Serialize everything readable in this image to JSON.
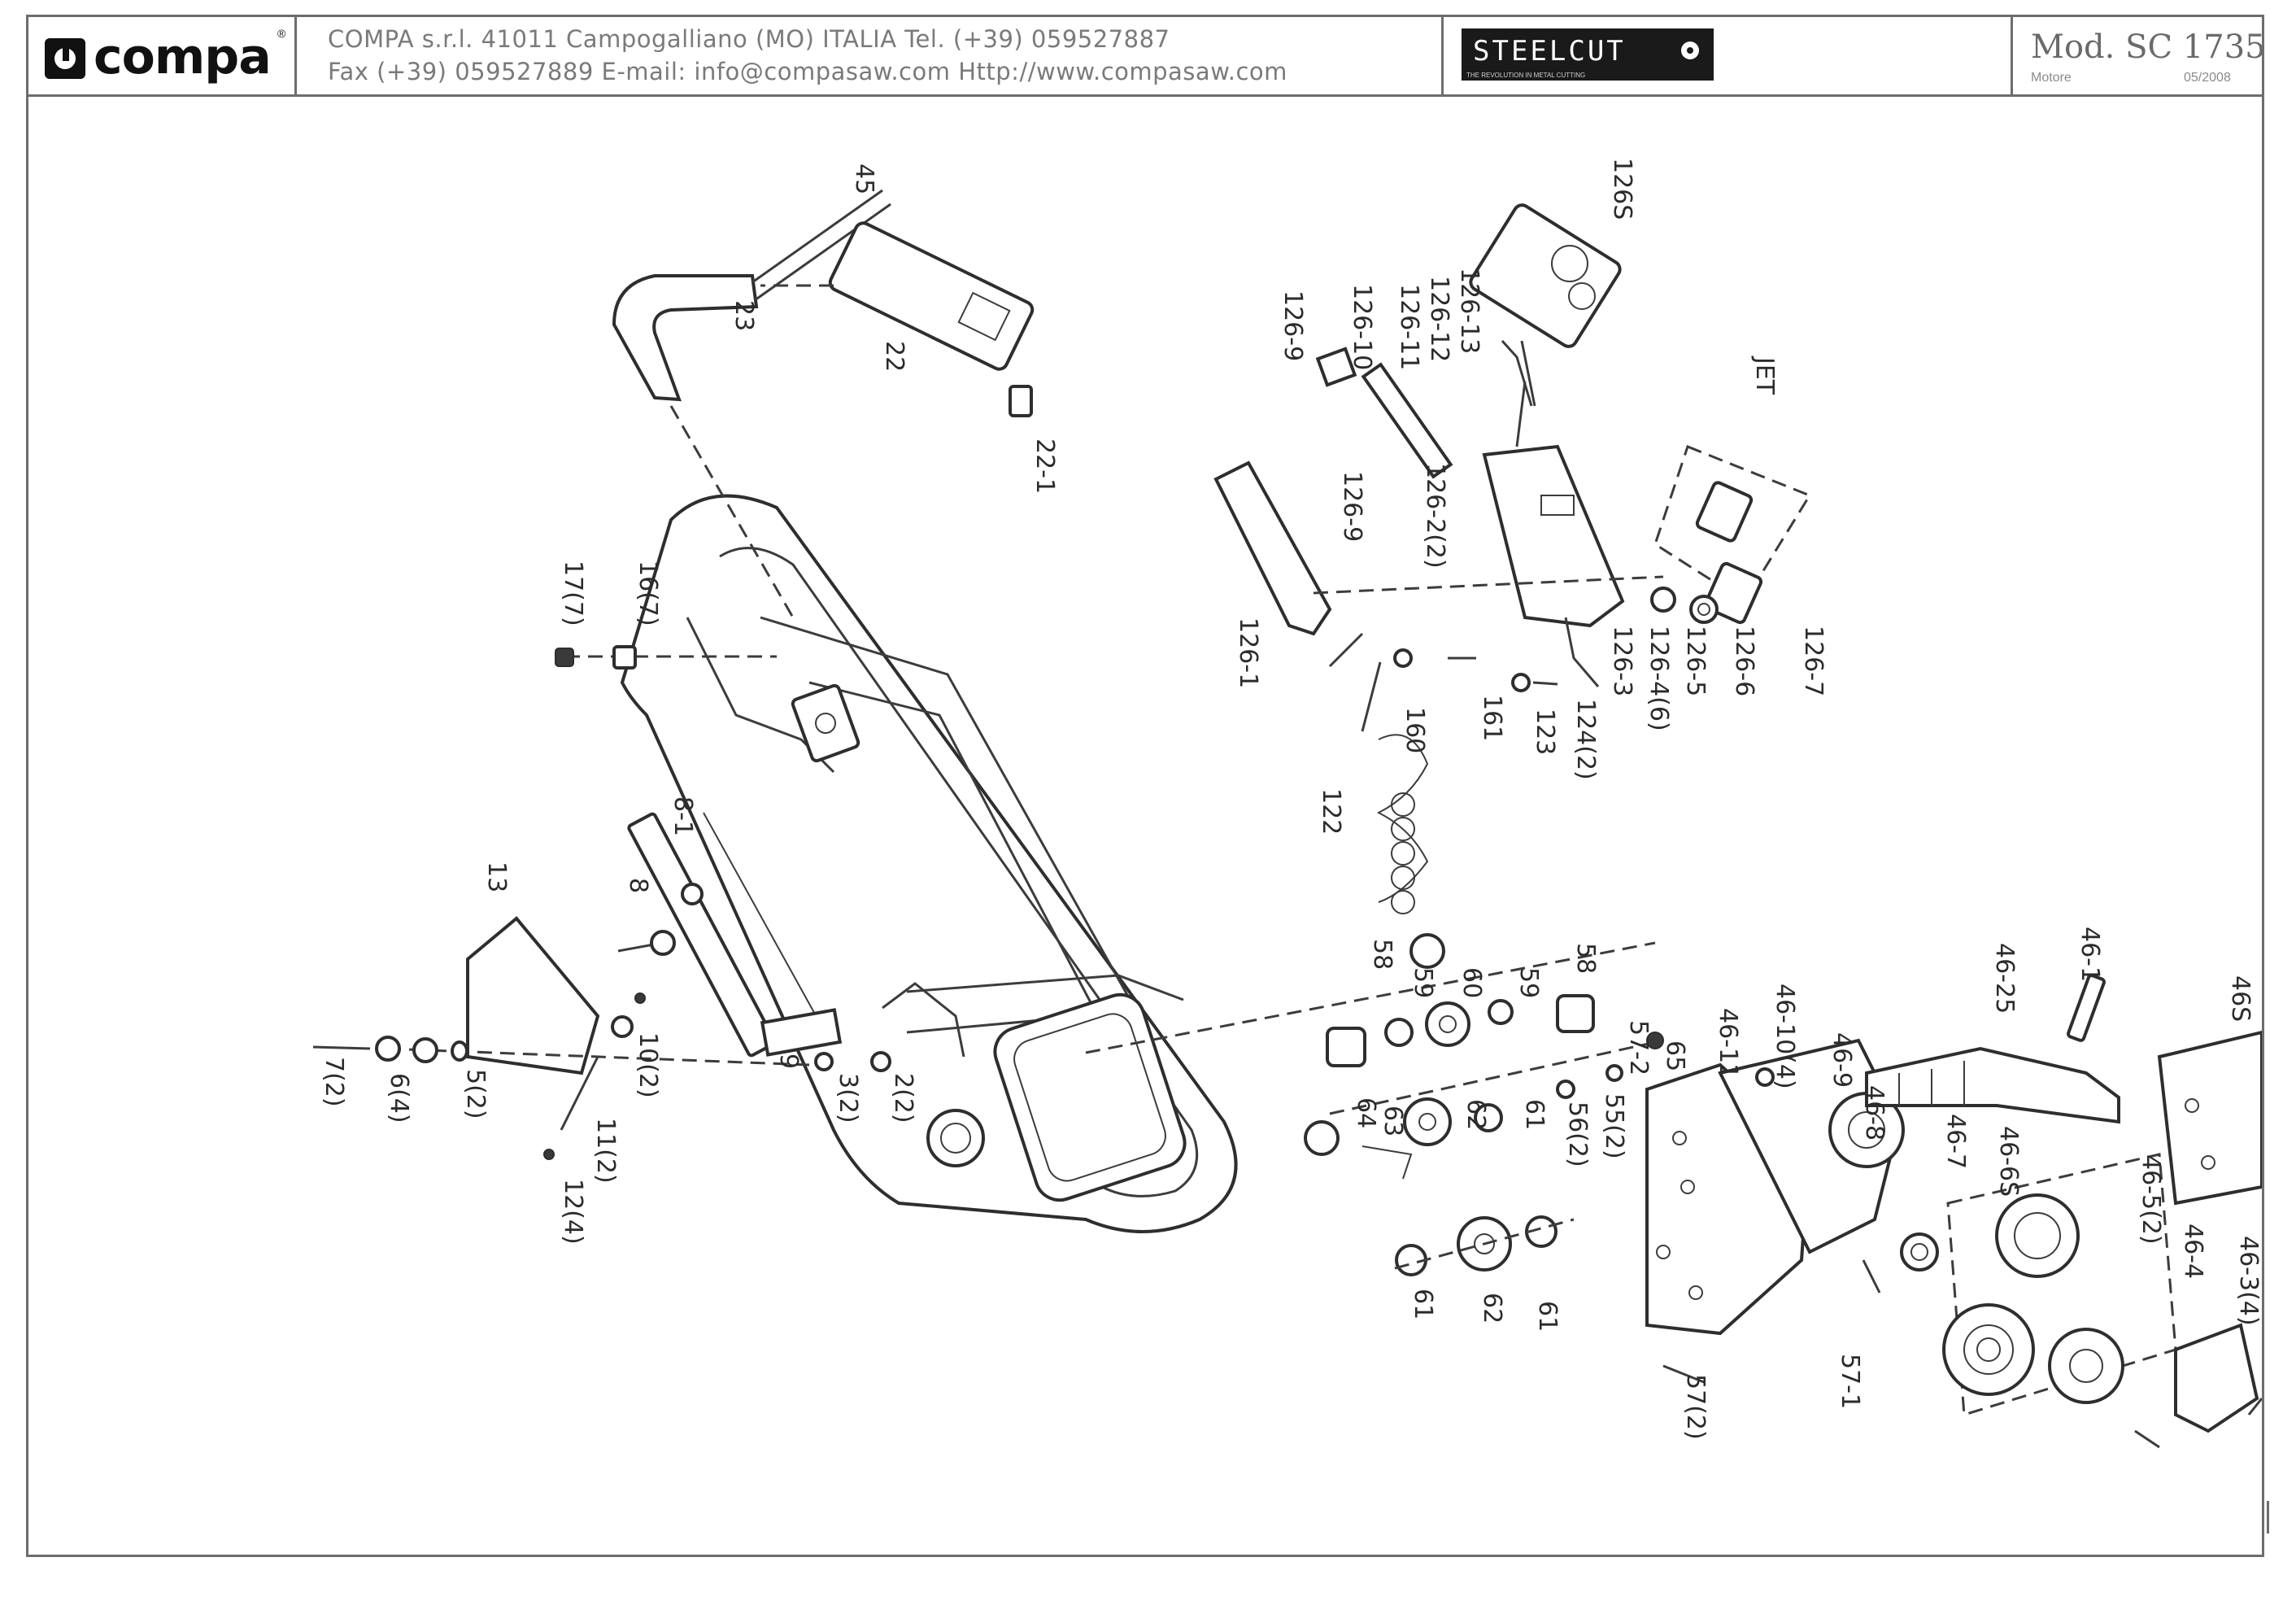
{
  "header": {
    "logo_text": "compa",
    "logo_registered": "®",
    "address_line1": "COMPA s.r.l. 41011 Campogalliano (MO) ITALIA Tel. (+39) 059527887",
    "address_line2": "Fax (+39) 059527889 E-mail: info@compasaw.com Http://www.compasaw.com",
    "brand_name": "STEELCUT",
    "brand_tagline": "THE REVOLUTION IN METAL CUTTING",
    "model": "Mod. SC 1735",
    "section": "Motore",
    "date": "05/2008"
  },
  "labels": {
    "l45": "45",
    "l23": "23",
    "l22": "22",
    "l22_1": "22-1",
    "l17_7": "17(7)",
    "l16_7": "16(7)",
    "l8_1": "8-1",
    "l8": "8",
    "l13": "13",
    "l7_2": "7(2)",
    "l6_4": "6(4)",
    "l5_2": "5(2)",
    "l10_2": "10(2)",
    "l11_2": "11(2)",
    "l12_4": "12(4)",
    "l9": "9",
    "l3_2": "3(2)",
    "l2_2": "2(2)",
    "l126s": "126S",
    "l126_13": "126-13",
    "l126_12": "126-12",
    "l126_11": "126-11",
    "l126_10": "126-10",
    "l126_9a": "126-9",
    "l126_9b": "126-9",
    "l126_2_2": "126-2(2)",
    "l126_1": "126-1",
    "l126_3": "126-3",
    "l126_4_6": "126-4(6)",
    "l126_5": "126-5",
    "l126_6": "126-6",
    "l126_7": "126-7",
    "ljet": "JET",
    "l160": "160",
    "l161": "161",
    "l123": "123",
    "l124_2": "124(2)",
    "l122": "122",
    "l58a": "58",
    "l59a": "59",
    "l60": "60",
    "l59b": "59",
    "l58b": "58",
    "l64": "64",
    "l63": "63",
    "l62a": "62",
    "l61a": "61",
    "l56_2": "56(2)",
    "l55_2": "55(2)",
    "l57_2": "57-2",
    "l65": "65",
    "l61b": "61",
    "l62b": "62",
    "l61c": "61",
    "l46_11": "46-11",
    "l46_10_4": "46-10(4)",
    "l46_9": "46-9",
    "l46_8": "46-8",
    "l46_7": "46-7",
    "l46_6s": "46-6S",
    "l46_5_2": "46-5(2)",
    "l46_4": "46-4",
    "l46_3_4": "46-3(4)",
    "l46_25": "46-25",
    "l46_1": "46-1",
    "l46s": "46S",
    "l57_1": "57-1",
    "l57_2b": "57(2)"
  }
}
